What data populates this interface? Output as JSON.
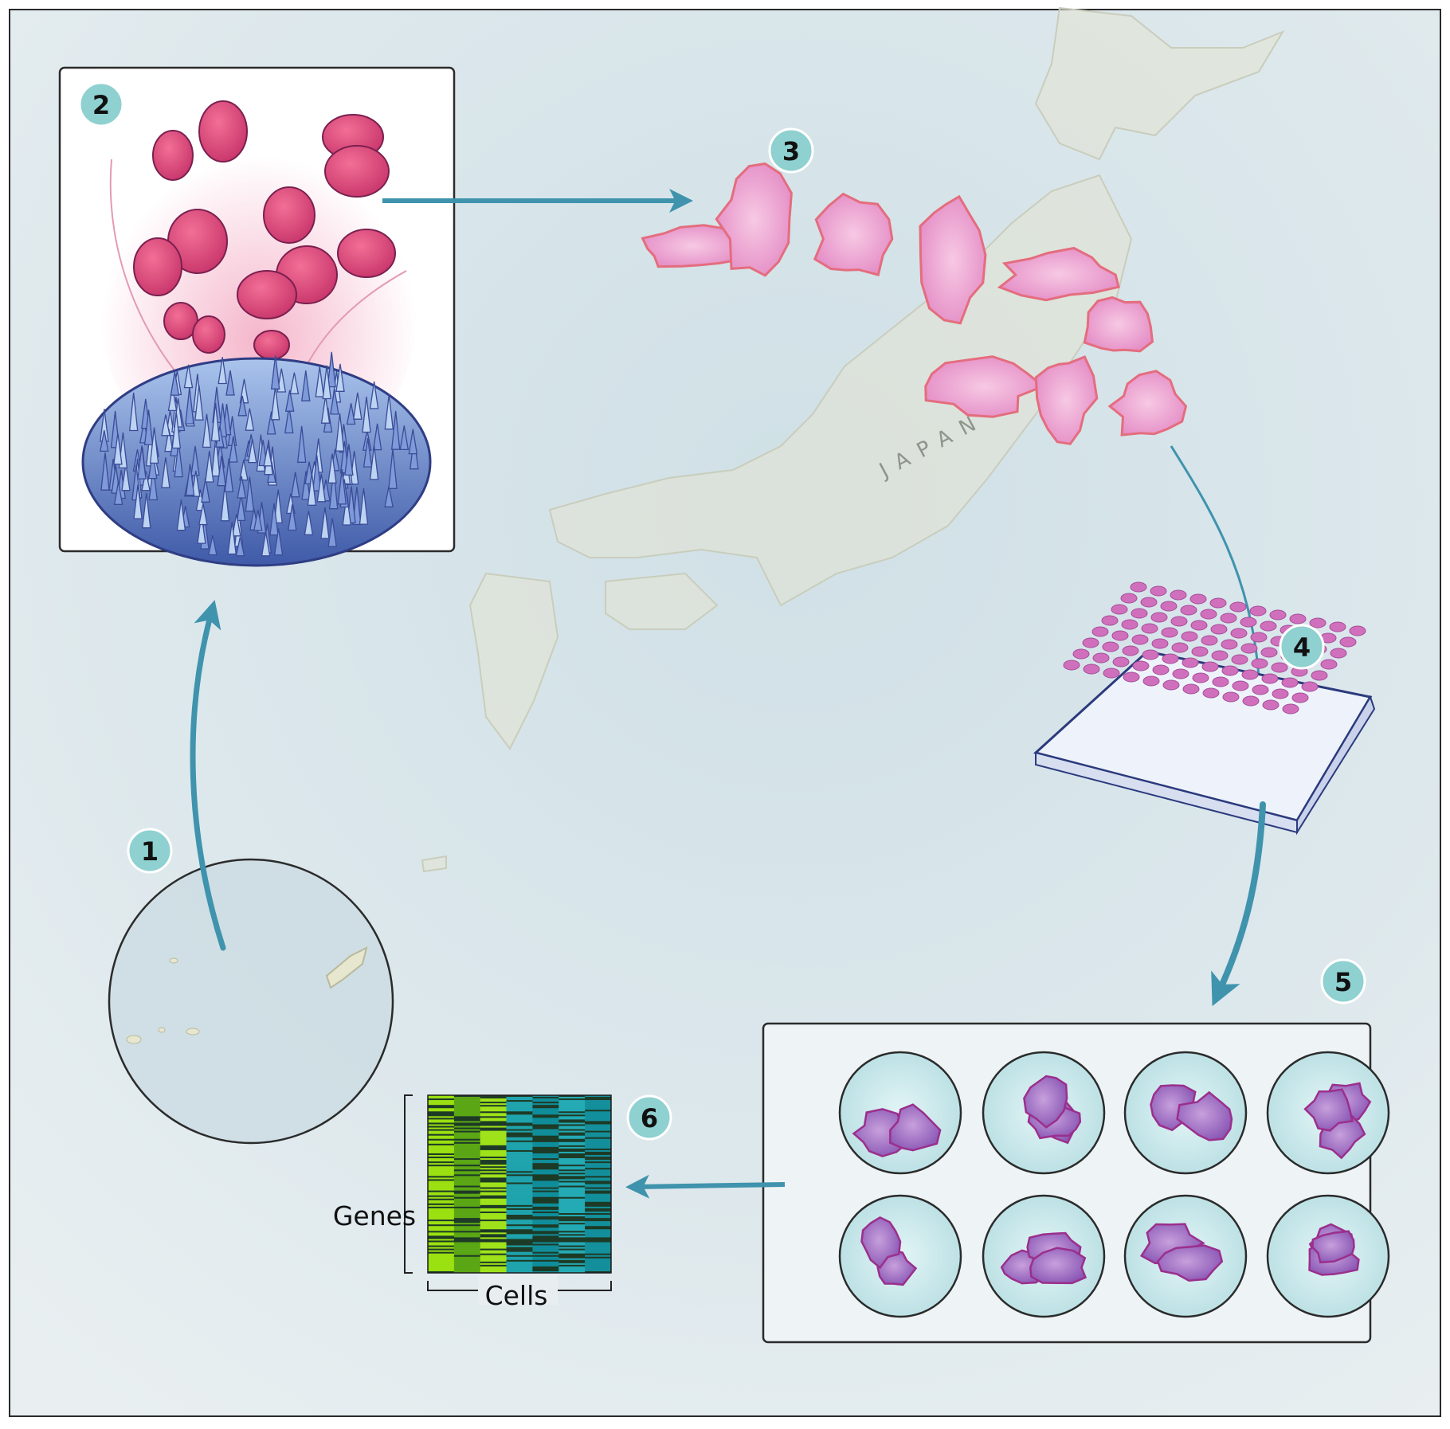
{
  "map": {
    "region_label": "JAPAN"
  },
  "steps": [
    {
      "number": "1"
    },
    {
      "number": "2"
    },
    {
      "number": "3"
    },
    {
      "number": "4"
    },
    {
      "number": "5"
    },
    {
      "number": "6"
    }
  ],
  "heatmap": {
    "y_label": "Genes",
    "x_label": "Cells",
    "column_colors": [
      "#9be010",
      "#5aa614",
      "#9fe21a",
      "#1fa3ad",
      "#0f8d9a",
      "#23aab4",
      "#138f9c"
    ]
  },
  "colors": {
    "accent_arrow": "#3f93ad",
    "badge_fill": "#8fd0d0",
    "coral_blue": "#5a7fc6",
    "cell_pink": "#d94f7b",
    "cell_purple": "#9a58b8"
  }
}
